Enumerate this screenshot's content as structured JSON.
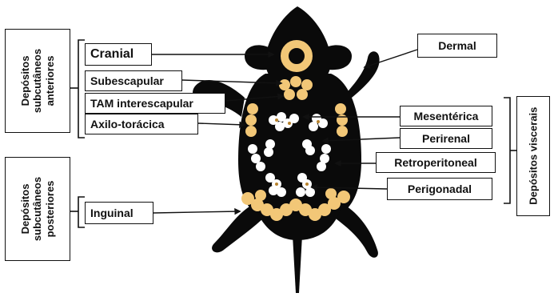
{
  "groups": {
    "anterior": "Depósitos subcutâneos anteriores",
    "anterior_lines": [
      "Depósitos",
      "subcutâneos",
      "anteriores"
    ],
    "posterior": "Depósitos subcutâneos posteriores",
    "posterior_lines": [
      "Depósitos",
      "subcutâneos",
      "posteriores"
    ],
    "visceral": "Depósitos viscerais"
  },
  "left_labels": {
    "cranial": "Cranial",
    "subescapular": "Subescapular",
    "tam": "TAM interescapular",
    "axilo": "Axilo-torácica",
    "inguinal": "Inguinal"
  },
  "right_labels": {
    "dermal": "Dermal",
    "mesenterica": "Mesentérica",
    "perirenal": "Perirenal",
    "retroperitoneal": "Retroperitoneal",
    "perigonadal": "Perigonadal"
  },
  "colors": {
    "mouse_body": "#0a0a0a",
    "fat_white": "#ffffff",
    "fat_yellow": "#f2c777",
    "fat_dot": "#b8832e",
    "line": "#111111"
  }
}
